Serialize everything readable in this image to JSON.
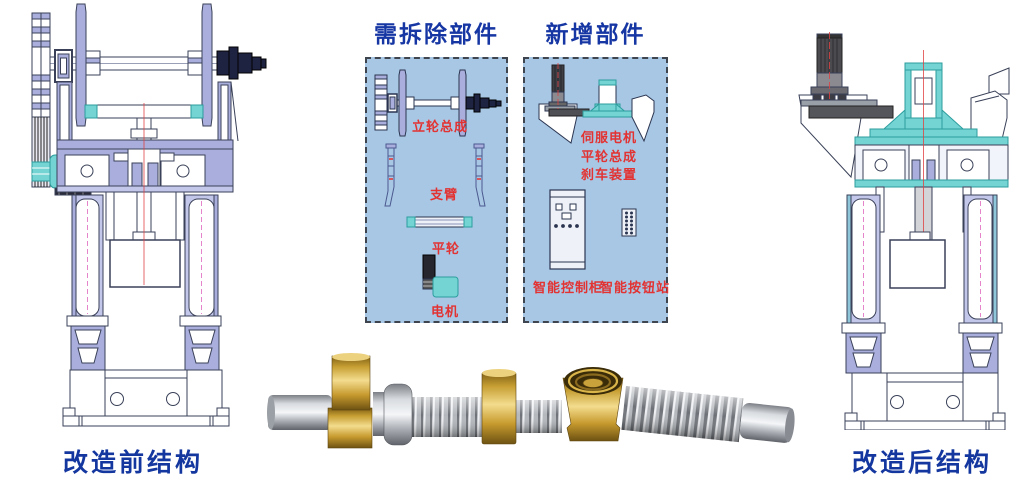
{
  "page": {
    "background": "#ffffff"
  },
  "machines": {
    "before_caption": "改造前结构",
    "after_caption": "改造后结构"
  },
  "panels": {
    "remove": {
      "title": "需拆除部件",
      "labels": {
        "wheel_assembly": "立轮总成",
        "support_arm": "支臂",
        "flat_wheel": "平轮",
        "motor": "电机"
      }
    },
    "add": {
      "title": "新增部件",
      "labels": {
        "servo_lines": [
          "伺服电机",
          "平轮总成",
          "刹车装置"
        ],
        "control_cabinet": "智能控制柜",
        "button_station": "智能按钮站"
      }
    }
  },
  "colors": {
    "panel_bg": "#a8c7e5",
    "title_blue": "#1636a3",
    "caption_blue": "#14379f",
    "label_red": "#e23231",
    "lavender": "#a9aedd",
    "cyan": "#74d3d3",
    "navy": "#1f2342",
    "pink_dash": "#e583cb",
    "brass": "#c9a23c",
    "steel": "#b9bdc2"
  }
}
